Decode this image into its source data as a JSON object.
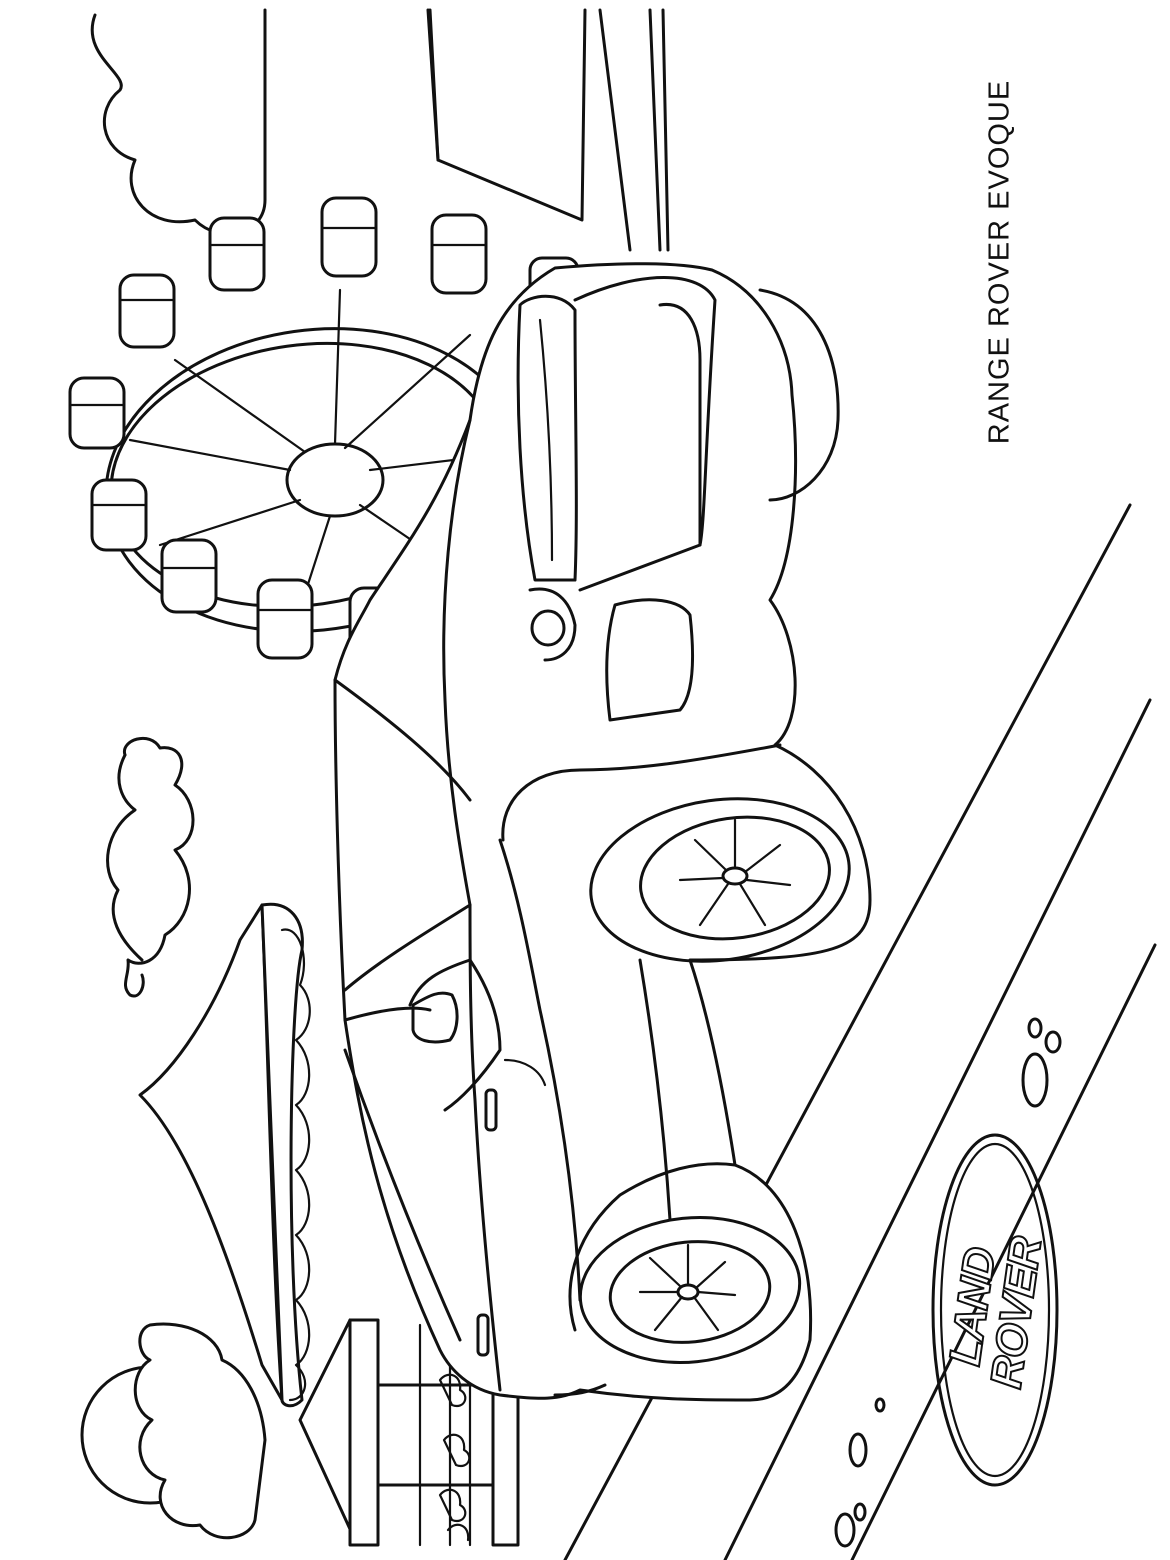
{
  "caption": "RANGE ROVER EVOQUE",
  "logo": {
    "line1": "LAND",
    "line2": "ROVER"
  },
  "colors": {
    "ink": "#111111",
    "paper": "#ffffff"
  },
  "icons": [
    "land-rover-logo",
    "ferris-wheel",
    "carousel",
    "circus-tent",
    "cloud",
    "wheel"
  ]
}
